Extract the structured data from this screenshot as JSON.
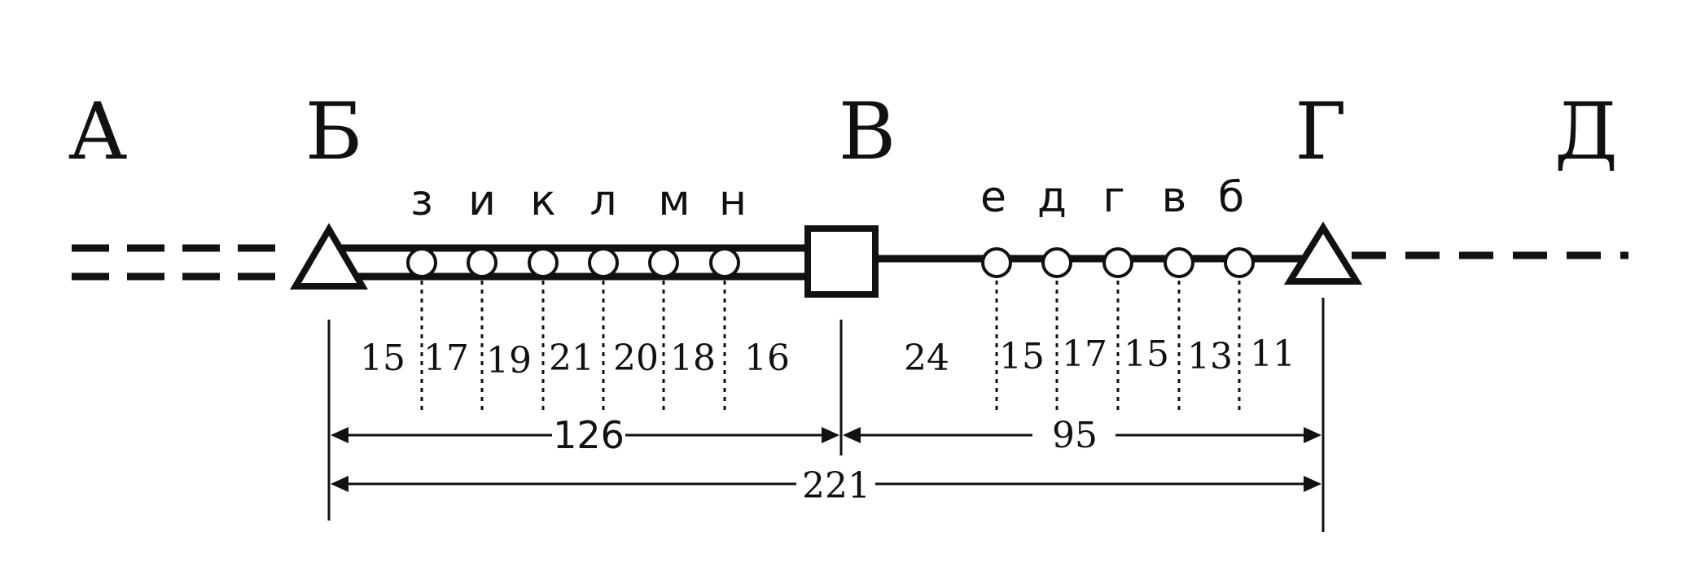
{
  "stations": {
    "a": "А",
    "b": "Б",
    "v": "В",
    "g": "Г",
    "d": "Д"
  },
  "stops_left": [
    "з",
    "и",
    "к",
    "л",
    "м",
    "н"
  ],
  "stops_right": [
    "е",
    "д",
    "г",
    "в",
    "б"
  ],
  "segments_left": [
    "15",
    "17",
    "19",
    "21",
    "20",
    "18",
    "16"
  ],
  "segments_right": [
    "24",
    "15",
    "17",
    "15",
    "13",
    "11"
  ],
  "distances": {
    "left": "126",
    "right": "95",
    "total": "221"
  },
  "colors": {
    "line": "#111111",
    "background": "#ffffff"
  }
}
